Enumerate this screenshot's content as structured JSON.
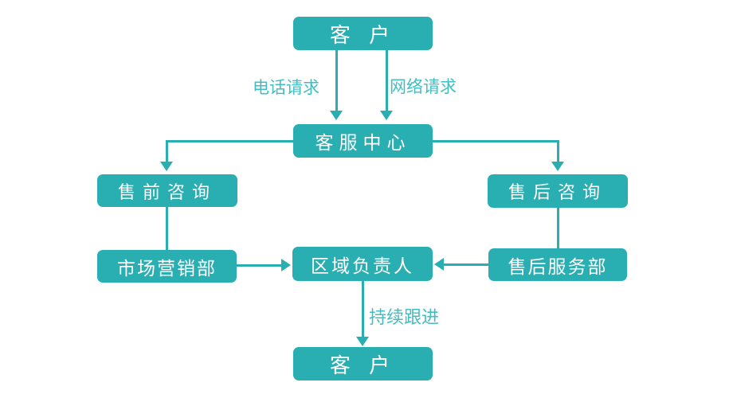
{
  "colors": {
    "accent": "#29AEB2",
    "edge_label": "#41BEC2",
    "node_text": "#FFFFFF",
    "background": "#FFFFFF"
  },
  "diagram": {
    "type": "flowchart",
    "nodes": {
      "customer_top": "客 户",
      "service_center": "客服中心",
      "presales_consult": "售前咨询",
      "aftersales_consult": "售后咨询",
      "marketing_dept": "市场营销部",
      "regional_manager": "区域负责人",
      "aftersales_service_dept": "售后服务部",
      "customer_bottom": "客 户"
    },
    "edge_labels": {
      "phone_request": "电话请求",
      "web_request": "网络请求",
      "follow_up": "持续跟进"
    },
    "edges": [
      {
        "from": "customer_top",
        "to": "service_center",
        "label": "电话请求"
      },
      {
        "from": "customer_top",
        "to": "service_center",
        "label": "网络请求"
      },
      {
        "from": "service_center",
        "to": "presales_consult",
        "label": ""
      },
      {
        "from": "service_center",
        "to": "aftersales_consult",
        "label": ""
      },
      {
        "from": "presales_consult",
        "to": "marketing_dept",
        "label": ""
      },
      {
        "from": "aftersales_consult",
        "to": "aftersales_service_dept",
        "label": ""
      },
      {
        "from": "marketing_dept",
        "to": "regional_manager",
        "label": ""
      },
      {
        "from": "aftersales_service_dept",
        "to": "regional_manager",
        "label": ""
      },
      {
        "from": "regional_manager",
        "to": "customer_bottom",
        "label": "持续跟进"
      }
    ]
  }
}
